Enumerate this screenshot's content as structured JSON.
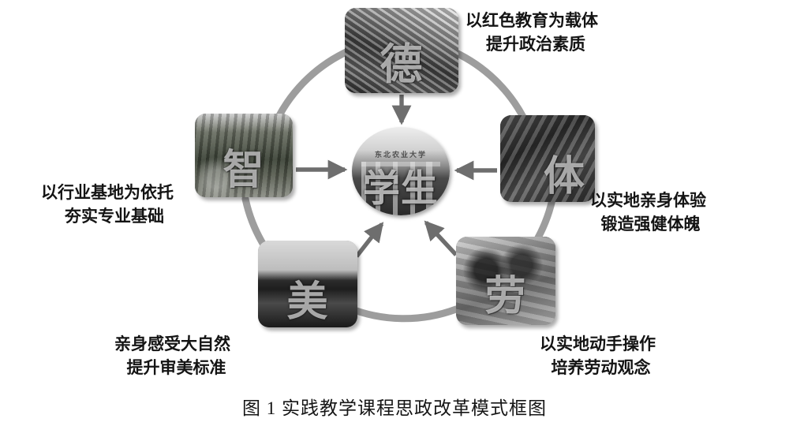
{
  "figure": {
    "caption": "图 1  实践教学课程思政改革模式框图",
    "center": {
      "glyph": "学生",
      "university_name": "东北农业大学",
      "photo": "university-gate-photo"
    },
    "colors": {
      "ring": "#9a9a9a",
      "arrow": "#6e6e6e",
      "text": "#141414",
      "background": "#ffffff"
    },
    "nodes": [
      {
        "id": "de",
        "glyph": "德",
        "photo": "red-education-building-photo",
        "caption_line1": "以红色教育为载体",
        "caption_line2": "提升政治素质"
      },
      {
        "id": "zhi",
        "glyph": "智",
        "photo": "campus-road-trees-photo",
        "caption_line1": "以行业基地为依托",
        "caption_line2": "夯实专业基础"
      },
      {
        "id": "ti",
        "glyph": "体",
        "photo": "rock-climbing-photo",
        "caption_line1": "以实地亲身体验",
        "caption_line2": "锻造强健体魄"
      },
      {
        "id": "mei",
        "glyph": "美",
        "photo": "lake-mountain-reflection-photo",
        "caption_line1": "亲身感受大自然",
        "caption_line2": "提升审美标准"
      },
      {
        "id": "lao",
        "glyph": "劳",
        "photo": "students-hands-on-work-photo",
        "caption_line1": "以实地动手操作",
        "caption_line2": "培养劳动观念"
      }
    ]
  }
}
